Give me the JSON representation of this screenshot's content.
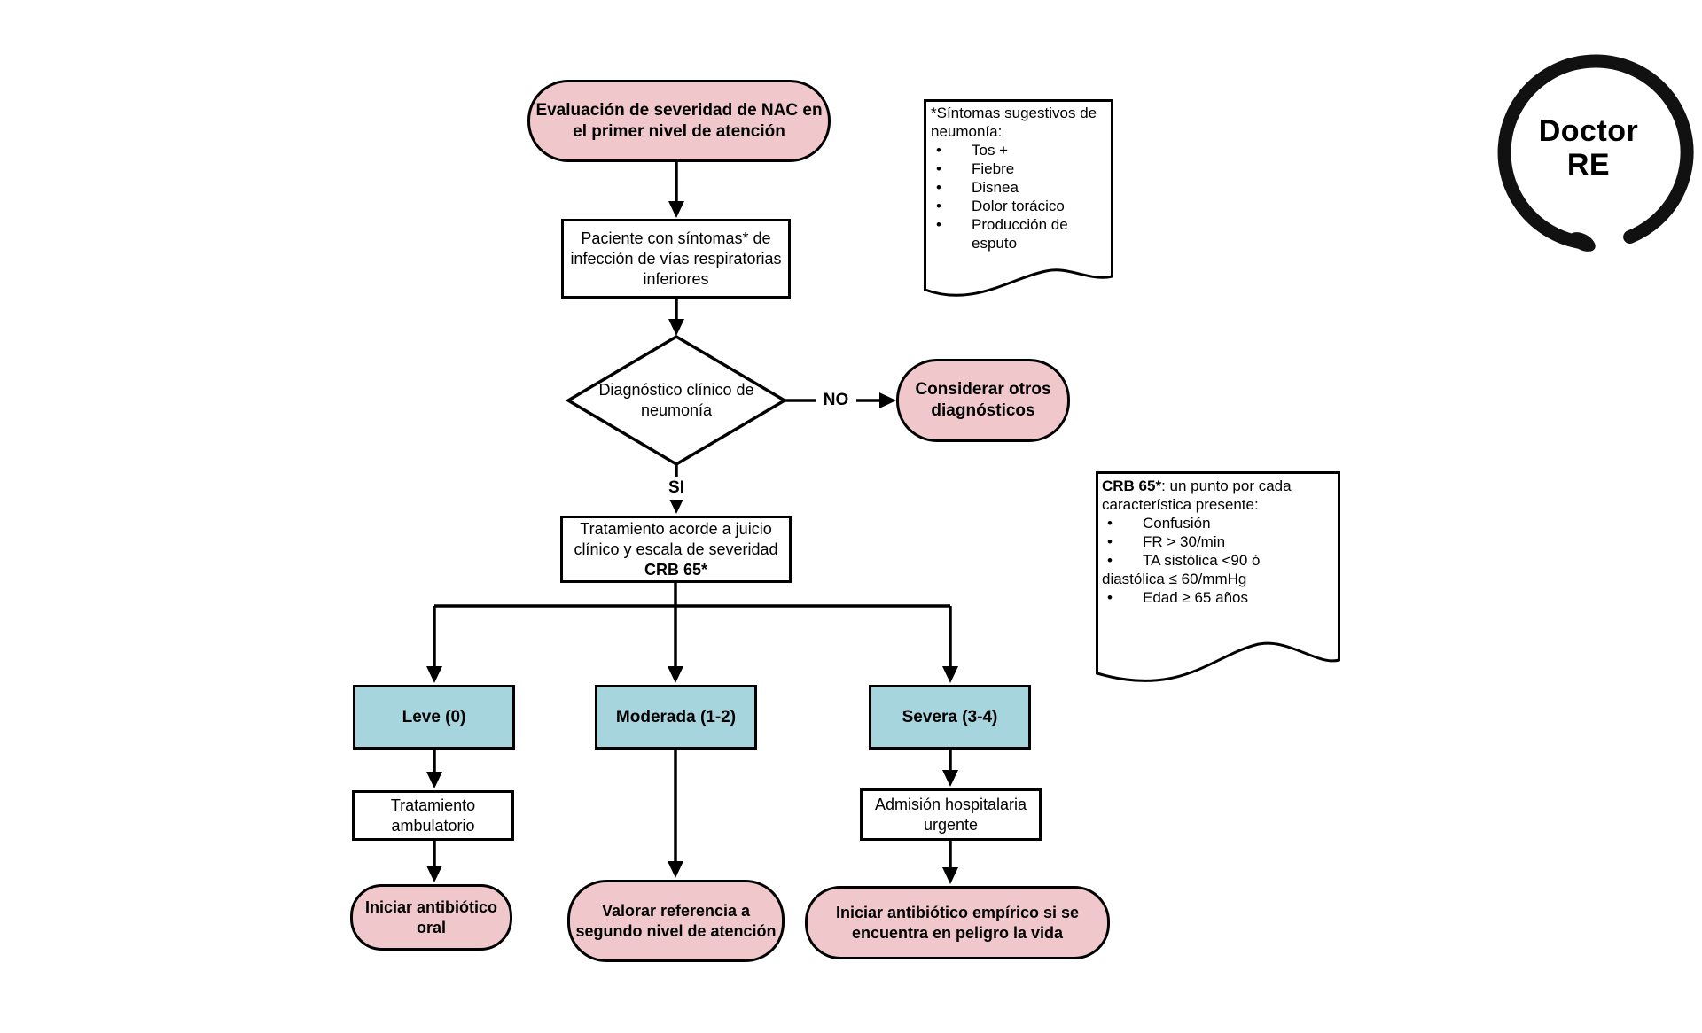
{
  "colors": {
    "node_pink": "#f0c8cc",
    "node_blue": "#a7d5de",
    "outline": "#000000",
    "background": "#ffffff"
  },
  "logo": {
    "line1": "Doctor",
    "line2": "RE"
  },
  "flowchart": {
    "start": "Evaluación de severidad de NAC en el primer nivel de atención",
    "patient": "Paciente con síntomas* de infección de vías respiratorias inferiores",
    "decision": "Diagnóstico clínico de neumonía",
    "no_label": "NO",
    "si_label": "SI",
    "consider_other": "Considerar otros diagnósticos",
    "treatment_plain": "Tratamiento acorde a juicio clínico y escala de severidad ",
    "treatment_bold": "CRB 65*",
    "columns": [
      {
        "severity": "Leve (0)",
        "action": "Tratamiento ambulatorio",
        "outcome": "Iniciar antibiótico oral"
      },
      {
        "severity": "Moderada (1-2)",
        "outcome": "Valorar referencia a segundo nivel de atención"
      },
      {
        "severity": "Severa (3-4)",
        "action": "Admisión hospitalaria urgente",
        "outcome": "Iniciar antibiótico empírico si se encuentra en peligro la vida"
      }
    ]
  },
  "notes": {
    "bullet_char": "•",
    "symptoms": {
      "title": "*Síntomas sugestivos de neumonía:",
      "items": [
        "Tos +",
        "Fiebre",
        "Disnea",
        "Dolor torácico",
        "Producción de esputo"
      ]
    },
    "crb65": {
      "title_bold": "CRB 65*",
      "title_rest": ": un punto por cada característica presente:",
      "items": [
        "Confusión",
        "FR > 30/min",
        "TA sistólica <90 ó",
        "diastólica ≤ 60/mmHg",
        "Edad ≥ 65 años"
      ]
    }
  }
}
